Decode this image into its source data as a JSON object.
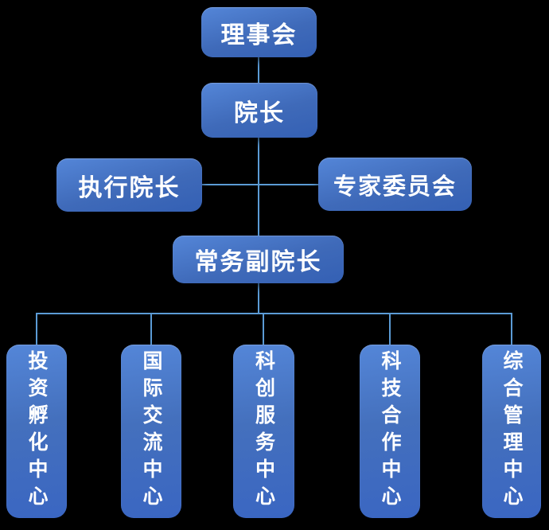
{
  "diagram": {
    "type": "org-chart",
    "nodes": {
      "board": {
        "label": "理事会"
      },
      "dean": {
        "label": "院长"
      },
      "executive_dean": {
        "label": "执行院长"
      },
      "expert_committee": {
        "label": "专家委员会"
      },
      "executive_vice_dean": {
        "label": "常务副院长"
      },
      "centers": [
        {
          "label": "投资孵化中心"
        },
        {
          "label": "国际交流中心"
        },
        {
          "label": "科创服务中心"
        },
        {
          "label": "科技合作中心"
        },
        {
          "label": "综合管理中心"
        }
      ]
    },
    "edges": [
      "board-dean",
      "dean-executive_dean",
      "dean-expert_committee",
      "dean-executive_vice_dean",
      "executive_vice_dean-centers"
    ]
  },
  "colors": {
    "background": "#000000",
    "node_gradient_top": "#5486d8",
    "node_gradient_bottom": "#3460b4",
    "connector": "#5B9BD5",
    "text": "#ffffff"
  }
}
